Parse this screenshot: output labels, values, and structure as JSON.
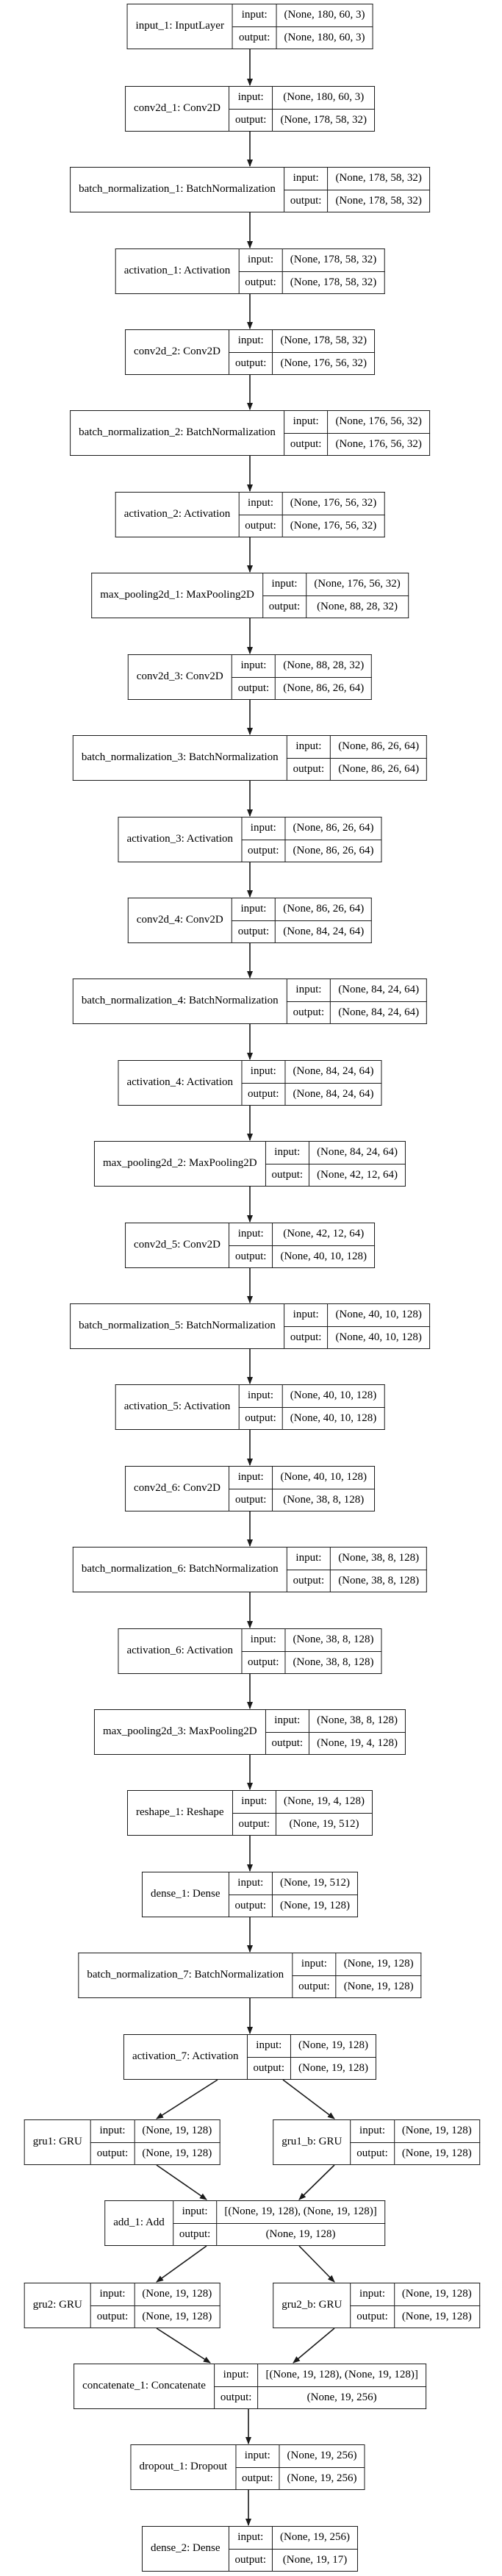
{
  "diagram": {
    "io_labels": {
      "input": "input:",
      "output": "output:"
    },
    "style": {
      "border_color": "#1a1a1a",
      "background": "#ffffff",
      "text_color": "#000000"
    },
    "nodes": [
      {
        "id": "input_1",
        "label": "input_1: InputLayer",
        "input": "(None, 180, 60, 3)",
        "output": "(None, 180, 60, 3)"
      },
      {
        "id": "conv2d_1",
        "label": "conv2d_1: Conv2D",
        "input": "(None, 180, 60, 3)",
        "output": "(None, 178, 58, 32)"
      },
      {
        "id": "batch_normalization_1",
        "label": "batch_normalization_1: BatchNormalization",
        "input": "(None, 178, 58, 32)",
        "output": "(None, 178, 58, 32)"
      },
      {
        "id": "activation_1",
        "label": "activation_1: Activation",
        "input": "(None, 178, 58, 32)",
        "output": "(None, 178, 58, 32)"
      },
      {
        "id": "conv2d_2",
        "label": "conv2d_2: Conv2D",
        "input": "(None, 178, 58, 32)",
        "output": "(None, 176, 56, 32)"
      },
      {
        "id": "batch_normalization_2",
        "label": "batch_normalization_2: BatchNormalization",
        "input": "(None, 176, 56, 32)",
        "output": "(None, 176, 56, 32)"
      },
      {
        "id": "activation_2",
        "label": "activation_2: Activation",
        "input": "(None, 176, 56, 32)",
        "output": "(None, 176, 56, 32)"
      },
      {
        "id": "max_pooling2d_1",
        "label": "max_pooling2d_1: MaxPooling2D",
        "input": "(None, 176, 56, 32)",
        "output": "(None, 88, 28, 32)"
      },
      {
        "id": "conv2d_3",
        "label": "conv2d_3: Conv2D",
        "input": "(None, 88, 28, 32)",
        "output": "(None, 86, 26, 64)"
      },
      {
        "id": "batch_normalization_3",
        "label": "batch_normalization_3: BatchNormalization",
        "input": "(None, 86, 26, 64)",
        "output": "(None, 86, 26, 64)"
      },
      {
        "id": "activation_3",
        "label": "activation_3: Activation",
        "input": "(None, 86, 26, 64)",
        "output": "(None, 86, 26, 64)"
      },
      {
        "id": "conv2d_4",
        "label": "conv2d_4: Conv2D",
        "input": "(None, 86, 26, 64)",
        "output": "(None, 84, 24, 64)"
      },
      {
        "id": "batch_normalization_4",
        "label": "batch_normalization_4: BatchNormalization",
        "input": "(None, 84, 24, 64)",
        "output": "(None, 84, 24, 64)"
      },
      {
        "id": "activation_4",
        "label": "activation_4: Activation",
        "input": "(None, 84, 24, 64)",
        "output": "(None, 84, 24, 64)"
      },
      {
        "id": "max_pooling2d_2",
        "label": "max_pooling2d_2: MaxPooling2D",
        "input": "(None, 84, 24, 64)",
        "output": "(None, 42, 12, 64)"
      },
      {
        "id": "conv2d_5",
        "label": "conv2d_5: Conv2D",
        "input": "(None, 42, 12, 64)",
        "output": "(None, 40, 10, 128)"
      },
      {
        "id": "batch_normalization_5",
        "label": "batch_normalization_5: BatchNormalization",
        "input": "(None, 40, 10, 128)",
        "output": "(None, 40, 10, 128)"
      },
      {
        "id": "activation_5",
        "label": "activation_5: Activation",
        "input": "(None, 40, 10, 128)",
        "output": "(None, 40, 10, 128)"
      },
      {
        "id": "conv2d_6",
        "label": "conv2d_6: Conv2D",
        "input": "(None, 40, 10, 128)",
        "output": "(None, 38, 8, 128)"
      },
      {
        "id": "batch_normalization_6",
        "label": "batch_normalization_6: BatchNormalization",
        "input": "(None, 38, 8, 128)",
        "output": "(None, 38, 8, 128)"
      },
      {
        "id": "activation_6",
        "label": "activation_6: Activation",
        "input": "(None, 38, 8, 128)",
        "output": "(None, 38, 8, 128)"
      },
      {
        "id": "max_pooling2d_3",
        "label": "max_pooling2d_3: MaxPooling2D",
        "input": "(None, 38, 8, 128)",
        "output": "(None, 19, 4, 128)"
      },
      {
        "id": "reshape_1",
        "label": "reshape_1: Reshape",
        "input": "(None, 19, 4, 128)",
        "output": "(None, 19, 512)"
      },
      {
        "id": "dense_1",
        "label": "dense_1: Dense",
        "input": "(None, 19, 512)",
        "output": "(None, 19, 128)"
      },
      {
        "id": "batch_normalization_7",
        "label": "batch_normalization_7: BatchNormalization",
        "input": "(None, 19, 128)",
        "output": "(None, 19, 128)"
      },
      {
        "id": "activation_7",
        "label": "activation_7: Activation",
        "input": "(None, 19, 128)",
        "output": "(None, 19, 128)"
      },
      {
        "id": "gru1",
        "label": "gru1: GRU",
        "input": "(None, 19, 128)",
        "output": "(None, 19, 128)"
      },
      {
        "id": "gru1_b",
        "label": "gru1_b: GRU",
        "input": "(None, 19, 128)",
        "output": "(None, 19, 128)"
      },
      {
        "id": "add_1",
        "label": "add_1: Add",
        "input": "[(None, 19, 128), (None, 19, 128)]",
        "output": "(None, 19, 128)"
      },
      {
        "id": "gru2",
        "label": "gru2: GRU",
        "input": "(None, 19, 128)",
        "output": "(None, 19, 128)"
      },
      {
        "id": "gru2_b",
        "label": "gru2_b: GRU",
        "input": "(None, 19, 128)",
        "output": "(None, 19, 128)"
      },
      {
        "id": "concatenate_1",
        "label": "concatenate_1: Concatenate",
        "input": "[(None, 19, 128), (None, 19, 128)]",
        "output": "(None, 19, 256)"
      },
      {
        "id": "dropout_1",
        "label": "dropout_1: Dropout",
        "input": "(None, 19, 256)",
        "output": "(None, 19, 256)"
      },
      {
        "id": "dense_2",
        "label": "dense_2: Dense",
        "input": "(None, 19, 256)",
        "output": "(None, 19, 17)"
      }
    ],
    "edges": [
      [
        "input_1",
        "conv2d_1"
      ],
      [
        "conv2d_1",
        "batch_normalization_1"
      ],
      [
        "batch_normalization_1",
        "activation_1"
      ],
      [
        "activation_1",
        "conv2d_2"
      ],
      [
        "conv2d_2",
        "batch_normalization_2"
      ],
      [
        "batch_normalization_2",
        "activation_2"
      ],
      [
        "activation_2",
        "max_pooling2d_1"
      ],
      [
        "max_pooling2d_1",
        "conv2d_3"
      ],
      [
        "conv2d_3",
        "batch_normalization_3"
      ],
      [
        "batch_normalization_3",
        "activation_3"
      ],
      [
        "activation_3",
        "conv2d_4"
      ],
      [
        "conv2d_4",
        "batch_normalization_4"
      ],
      [
        "batch_normalization_4",
        "activation_4"
      ],
      [
        "activation_4",
        "max_pooling2d_2"
      ],
      [
        "max_pooling2d_2",
        "conv2d_5"
      ],
      [
        "conv2d_5",
        "batch_normalization_5"
      ],
      [
        "batch_normalization_5",
        "activation_5"
      ],
      [
        "activation_5",
        "conv2d_6"
      ],
      [
        "conv2d_6",
        "batch_normalization_6"
      ],
      [
        "batch_normalization_6",
        "activation_6"
      ],
      [
        "activation_6",
        "max_pooling2d_3"
      ],
      [
        "max_pooling2d_3",
        "reshape_1"
      ],
      [
        "reshape_1",
        "dense_1"
      ],
      [
        "dense_1",
        "batch_normalization_7"
      ],
      [
        "batch_normalization_7",
        "activation_7"
      ],
      [
        "activation_7",
        "gru1"
      ],
      [
        "activation_7",
        "gru1_b"
      ],
      [
        "gru1",
        "add_1"
      ],
      [
        "gru1_b",
        "add_1"
      ],
      [
        "add_1",
        "gru2"
      ],
      [
        "add_1",
        "gru2_b"
      ],
      [
        "gru2",
        "concatenate_1"
      ],
      [
        "gru2_b",
        "concatenate_1"
      ],
      [
        "concatenate_1",
        "dropout_1"
      ],
      [
        "dropout_1",
        "dense_2"
      ]
    ]
  }
}
